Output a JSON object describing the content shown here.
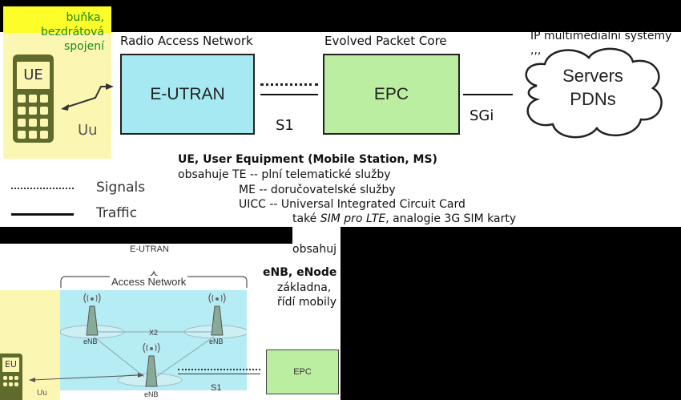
{
  "top_diagram": {
    "cell_label": "buňka,\nbezdrátová\nspojení",
    "ue_label": "UE",
    "uu_label": "Uu",
    "ran_caption": "Radio Access Network",
    "epc_caption": "Evolved Packet Core",
    "ims_caption": "IP multimediální systémy\n,,,",
    "eutran_box": "E-UTRAN",
    "epc_box": "EPC",
    "s1_label": "S1",
    "sgi_label": "SGi",
    "cloud_text": "Servers\nPDNs",
    "legend": {
      "signals": "Signals",
      "traffic": "Traffic"
    }
  },
  "description": {
    "heading": "UE, User Equipment (Mobile Station, MS)",
    "line1": "obsahuje TE -- plní telematické služby",
    "line2": "ME -- doručovatelské služby",
    "line3": "UICC -- Universal Integrated Circuit Card",
    "line4_prefix": "také ",
    "line4_italic": "SIM pro LTE",
    "line4_suffix": ", analogie  3G SIM karty",
    "line5": "obsahuj",
    "enb_heading": "eNB, eNode",
    "enb_line1": "základna, ",
    "enb_line2": "řídí mobily"
  },
  "bottom_diagram": {
    "eutran_caption": "E-UTRAN",
    "access_network": "Access Network",
    "enb1": "eNB",
    "enb2": "eNB",
    "enb3": "eNB",
    "x2_label": "X2",
    "eu_label": "EU",
    "uu_label": "Uu",
    "s1_label": "S1",
    "epc_box": "EPC"
  },
  "colors": {
    "cell_label": "#1a8a1a",
    "yellow_highlight": "#fdfd2a",
    "ue_background": "#fbf7b2",
    "eutran_fill": "#a6e9f2",
    "epc_fill": "#bbeea0"
  }
}
